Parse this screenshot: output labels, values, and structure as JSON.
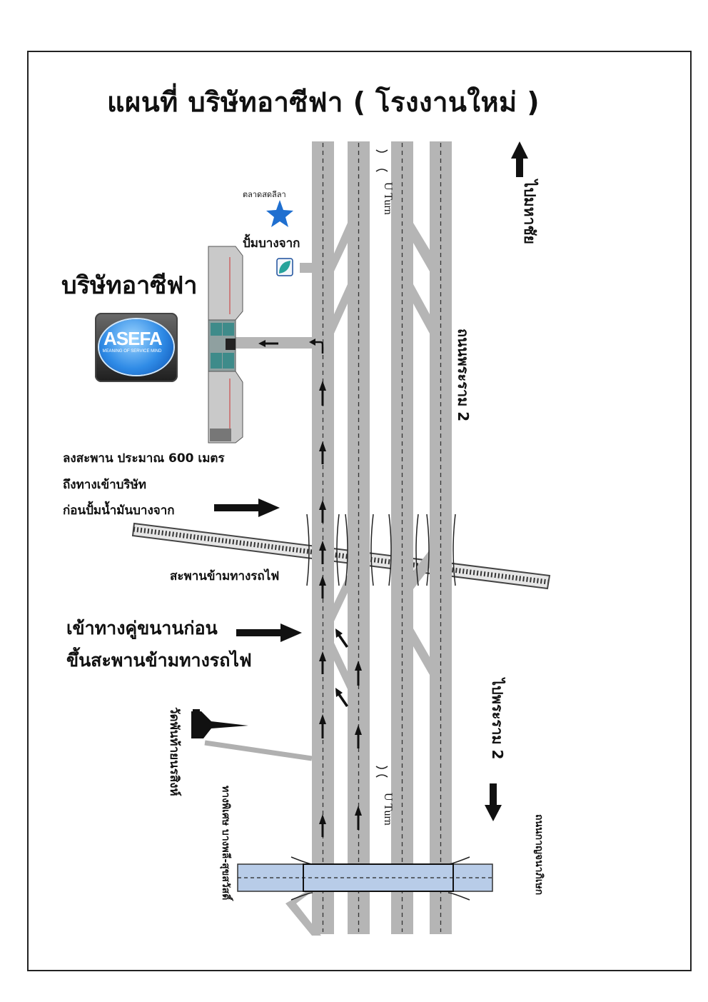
{
  "title": "แผนที่ บริษัทอาซีฟา ( โรงงานใหม่ )",
  "company": {
    "name": "บริษัทอาซีฟา",
    "logo_text": "ASEFA",
    "logo_subtitle": "MEANING OF SERVICE MIND"
  },
  "landmarks": {
    "market": "ตลาดสดลีลา",
    "gas_station": "ปั้มบางจาก",
    "temple": "วัดพันท้ายนรสิงห์"
  },
  "directions": {
    "note_line1": "ลงสะพาน ประมาณ 600 เมตร",
    "note_line2": "ถึงทางเข้าบริษัท",
    "note_line3": "ก่อนปั้มน้ำมันบางจาก",
    "railway_bridge": "สะพานข้ามทางรถไฟ",
    "frontage_line1": "เข้าทางคู่ขนานก่อน",
    "frontage_line2": "ขึ้นสะพานข้ามทางรถไฟ"
  },
  "roads": {
    "to_mahachai": "ไปมหาชัย",
    "rama2_road": "ถนนพระราม 2",
    "to_rama2": "ไปพระราม 2",
    "kanchanaphisek": "ถนนกาญจนาภิเษก",
    "bangkok_chonburi": "ทางพิเศษ บางพลี-สุขสวัสดิ์"
  },
  "uturn_top": "U Turn",
  "uturn_bottom": "U Turn",
  "colors": {
    "road": "#b5b5b5",
    "overpass": "#b8cce8",
    "logo_blue": "#2f8be6",
    "star": "#1f6fd0"
  },
  "icons": [
    "star-icon",
    "bangchak-logo-icon",
    "temple-icon",
    "arrow-icons"
  ]
}
